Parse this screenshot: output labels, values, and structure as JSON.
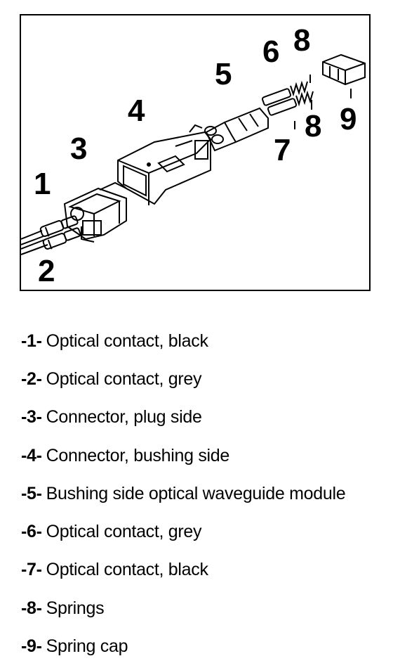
{
  "diagram": {
    "callouts": [
      {
        "id": "c1",
        "label": "1"
      },
      {
        "id": "c2",
        "label": "2"
      },
      {
        "id": "c3",
        "label": "3"
      },
      {
        "id": "c4",
        "label": "4"
      },
      {
        "id": "c5",
        "label": "5"
      },
      {
        "id": "c6",
        "label": "6"
      },
      {
        "id": "c7",
        "label": "7"
      },
      {
        "id": "c8a",
        "label": "8"
      },
      {
        "id": "c8b",
        "label": "8"
      },
      {
        "id": "c9",
        "label": "9"
      }
    ]
  },
  "legend": [
    {
      "num": "-1-",
      "text": "Optical contact, black"
    },
    {
      "num": "-2-",
      "text": "Optical contact, grey"
    },
    {
      "num": "-3-",
      "text": "Connector, plug side"
    },
    {
      "num": "-4-",
      "text": "Connector, bushing side"
    },
    {
      "num": "-5-",
      "text": "Bushing side optical waveguide module"
    },
    {
      "num": "-6-",
      "text": "Optical contact, grey"
    },
    {
      "num": "-7-",
      "text": "Optical contact, black"
    },
    {
      "num": "-8-",
      "text": "Springs"
    },
    {
      "num": "-9-",
      "text": "Spring cap"
    }
  ]
}
